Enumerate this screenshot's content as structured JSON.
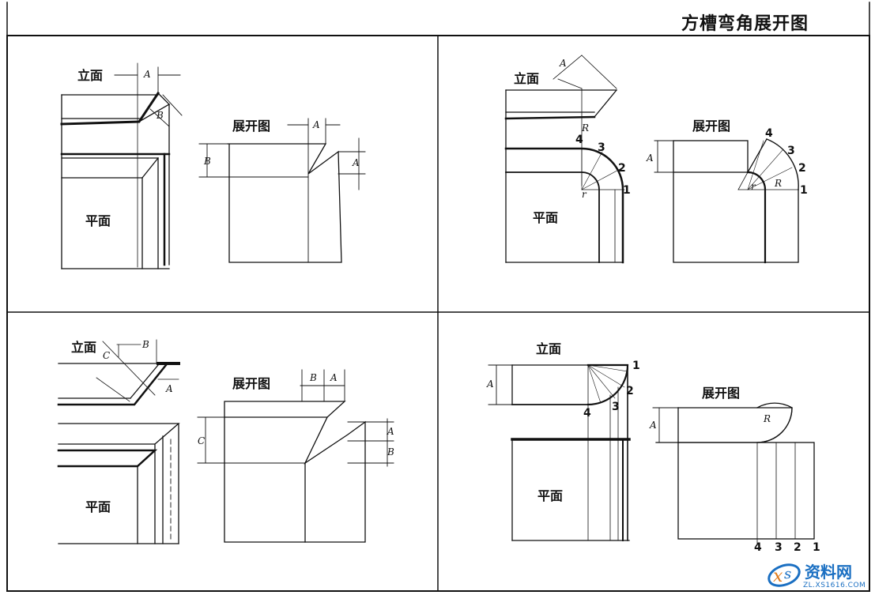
{
  "title": "方槽弯角展开图",
  "panel1": {
    "elevation": "立面",
    "plan": "平面",
    "development": "展开图",
    "dims": [
      "A",
      "B",
      "A",
      "B",
      "A"
    ]
  },
  "panel2": {
    "elevation": "立面",
    "plan": "平面",
    "development": "展开图",
    "dims": [
      "A",
      "R",
      "r",
      "A",
      "R",
      "r"
    ],
    "points": [
      "1",
      "2",
      "3",
      "4",
      "1",
      "2",
      "3",
      "4"
    ]
  },
  "panel3": {
    "elevation": "立面",
    "plan": "平面",
    "development": "展开图",
    "dims": [
      "C",
      "B",
      "A",
      "B",
      "A",
      "C",
      "A",
      "B"
    ]
  },
  "panel4": {
    "elevation": "立面",
    "plan": "平面",
    "development": "展开图",
    "dims": [
      "A",
      "A",
      "R"
    ],
    "points": [
      "1",
      "2",
      "3",
      "4"
    ],
    "bottom_points": [
      "4",
      "3",
      "2",
      "1"
    ]
  },
  "watermark": {
    "name": "资料网",
    "url": "ZL.XS1616.COM"
  }
}
